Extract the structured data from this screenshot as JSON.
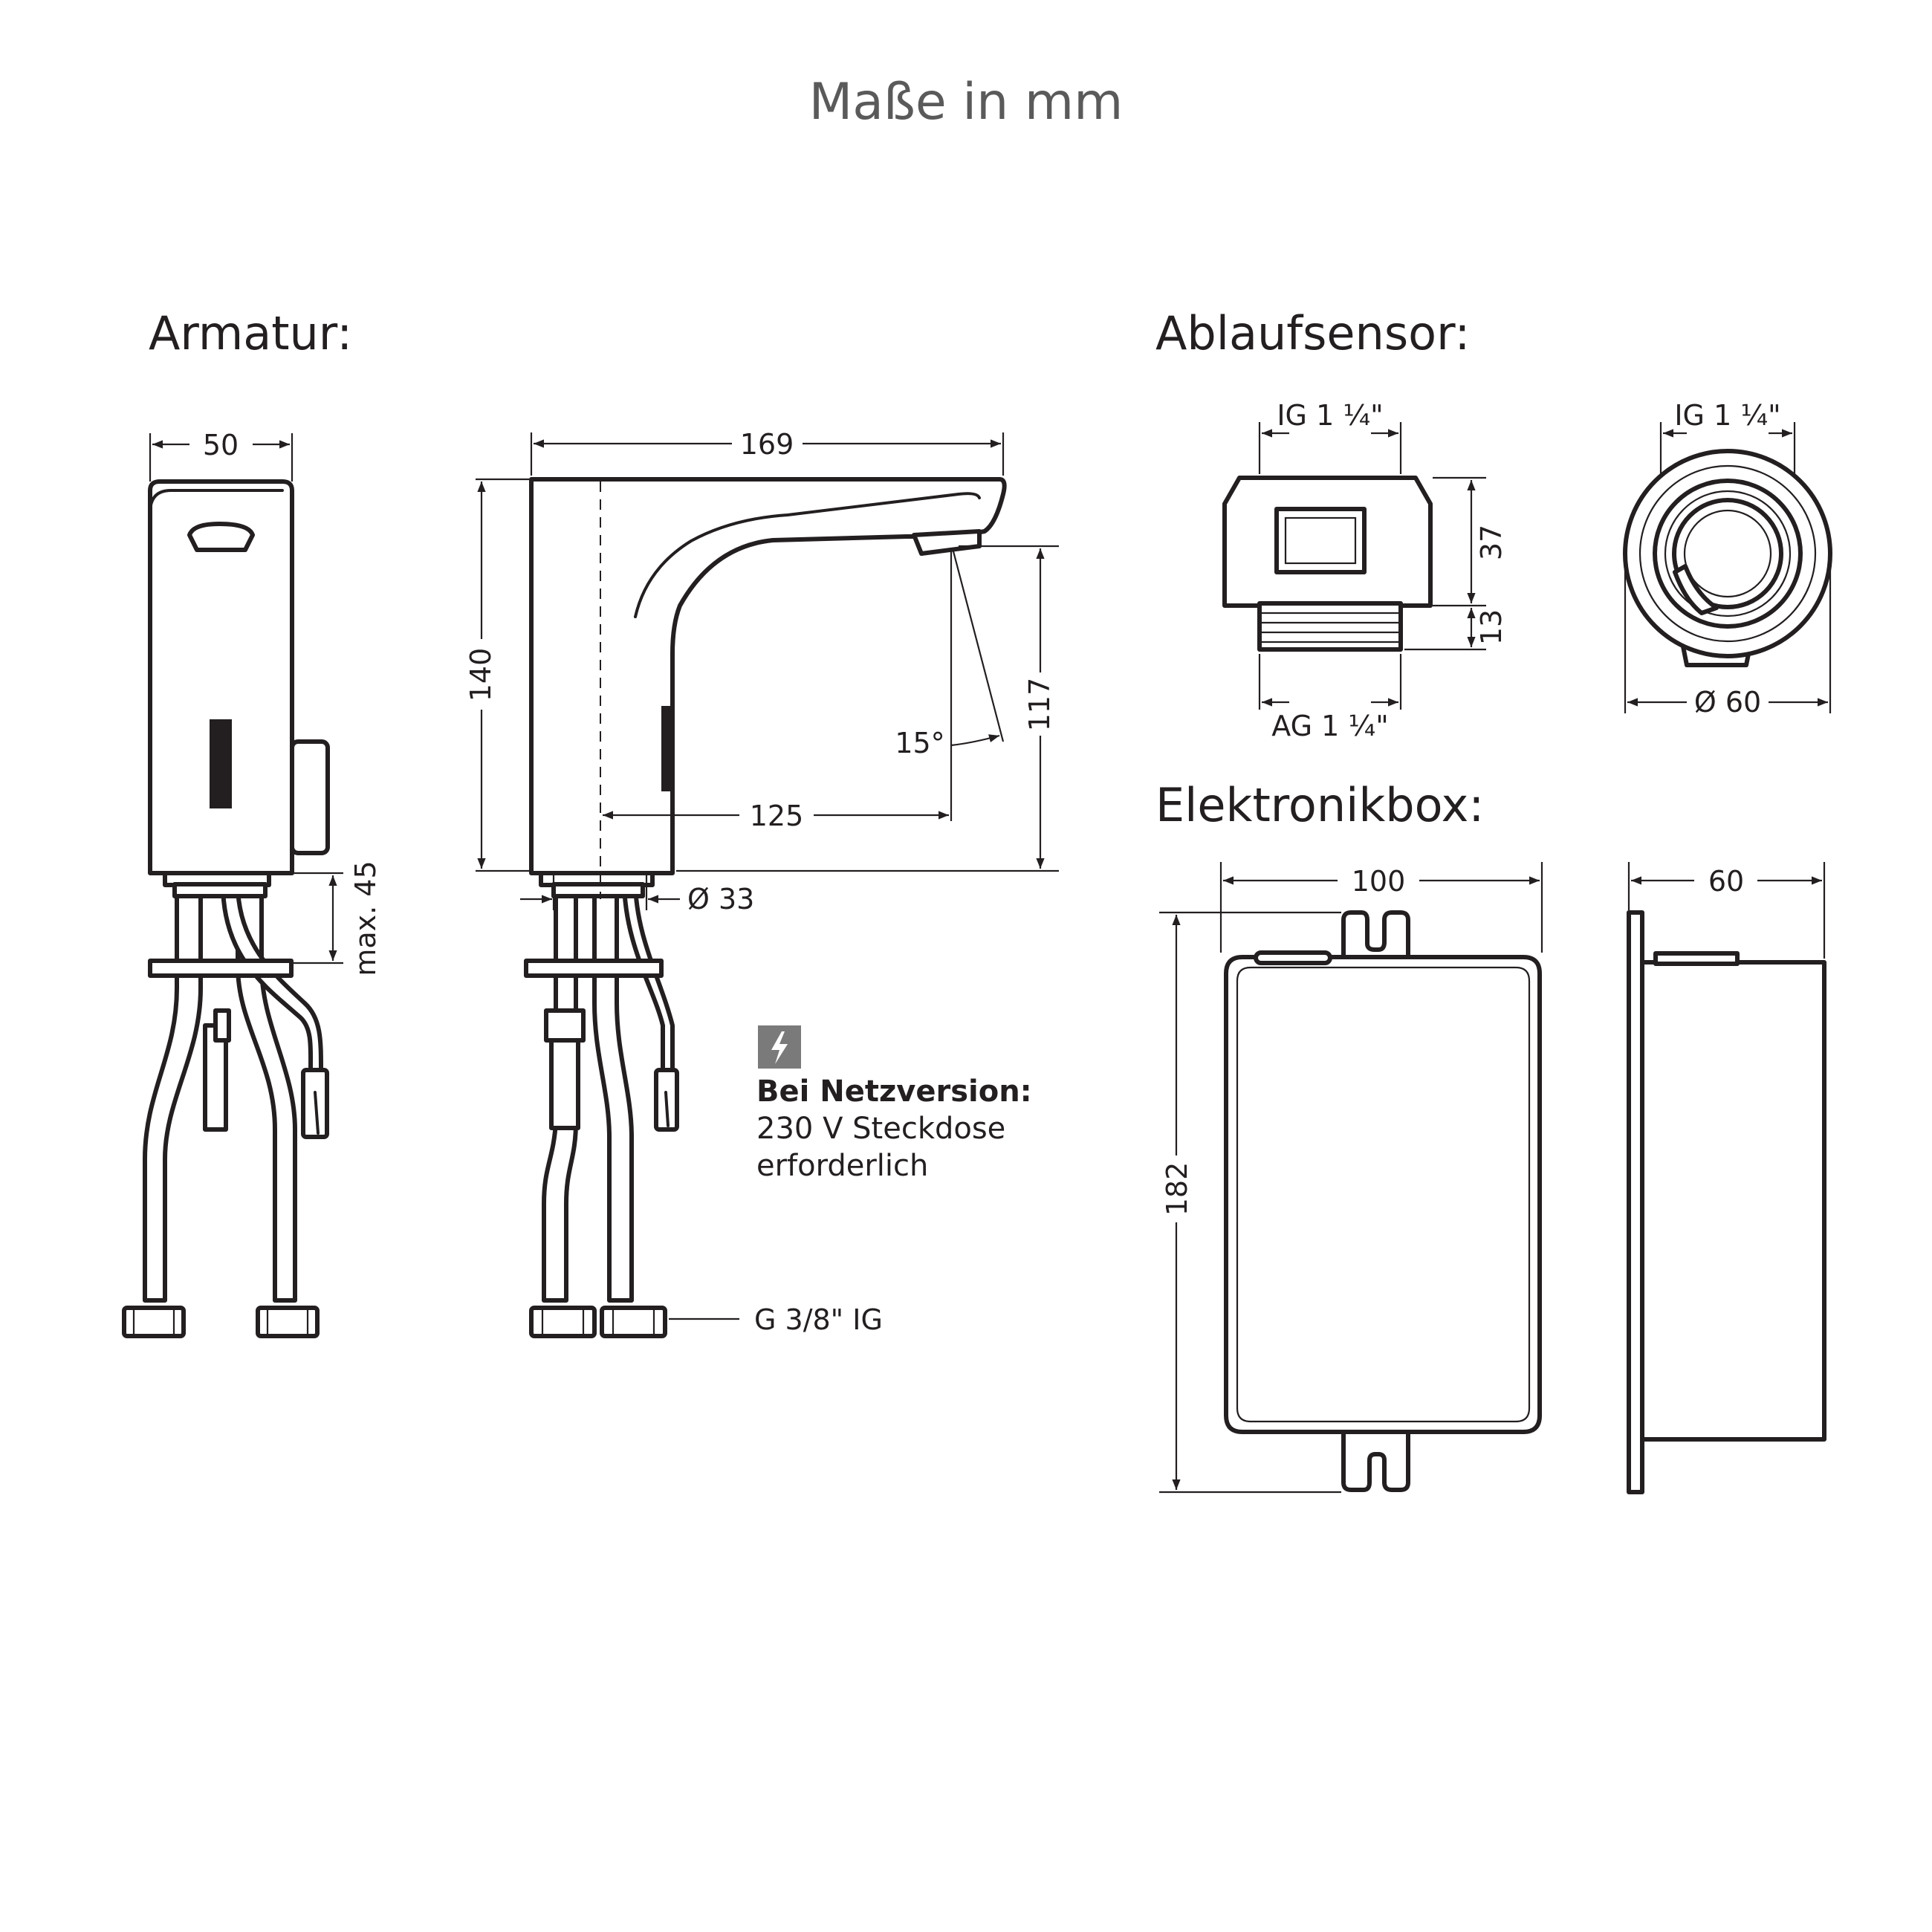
{
  "title": "Maße in mm",
  "sections": {
    "armatur": "Armatur:",
    "ablaufsensor": "Ablaufsensor:",
    "elektronikbox": "Elektronikbox:"
  },
  "armatur": {
    "front_width": "50",
    "max_height": "max. 45",
    "side_length": "169",
    "side_height": "140",
    "spout_height": "117",
    "spout_angle": "15°",
    "spout_reach": "125",
    "diameter": "Ø 33",
    "connection": "G 3/8\" IG"
  },
  "note": {
    "icon": "lightning-icon",
    "heading": "Bei Netzversion:",
    "line1": "230 V Steckdose",
    "line2": "erforderlich"
  },
  "ablaufsensor": {
    "side_top": "IG 1 ¼\"",
    "side_bottom": "AG 1 ¼\"",
    "height_body": "37",
    "height_thread": "13",
    "top_label": "IG 1 ¼\"",
    "diameter": "Ø 60"
  },
  "elektronikbox": {
    "width": "100",
    "height": "182",
    "depth": "60"
  }
}
